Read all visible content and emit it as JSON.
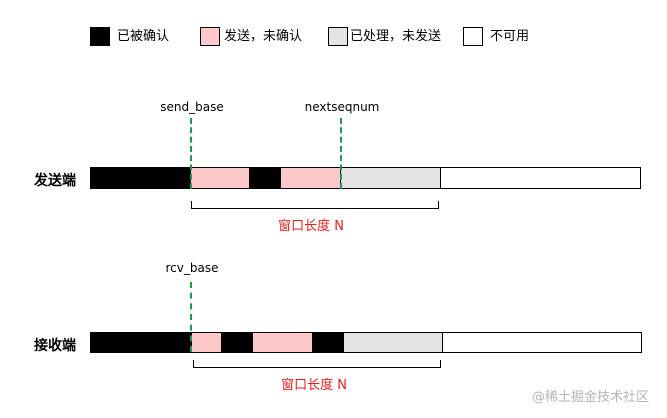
{
  "colors": {
    "acked": "#000000",
    "sent_unacked": "#fcc8c8",
    "processed": "#e4e4e4",
    "unusable": "#ffffff",
    "pointer_line": "#1f9a4a",
    "window_label": "#e02020"
  },
  "legend": [
    {
      "key": "acked",
      "label": "已被确认"
    },
    {
      "key": "sent_unacked",
      "label": "发送，未确认"
    },
    {
      "key": "processed",
      "label": "已处理，未发送"
    },
    {
      "key": "unusable",
      "label": "不可用"
    }
  ],
  "sender": {
    "label": "发送端",
    "pointers": [
      "send_base",
      "nextseqnum"
    ],
    "window_label": "窗口长度 N",
    "segments": [
      "acked",
      "sent_unacked",
      "acked",
      "sent_unacked",
      "processed",
      "unusable"
    ]
  },
  "receiver": {
    "label": "接收端",
    "pointers": [
      "rcv_base"
    ],
    "window_label": "窗口长度 N",
    "segments": [
      "acked",
      "sent_unacked",
      "acked",
      "sent_unacked",
      "acked",
      "processed",
      "unusable"
    ]
  },
  "watermark": "@稀土掘金技术社区"
}
